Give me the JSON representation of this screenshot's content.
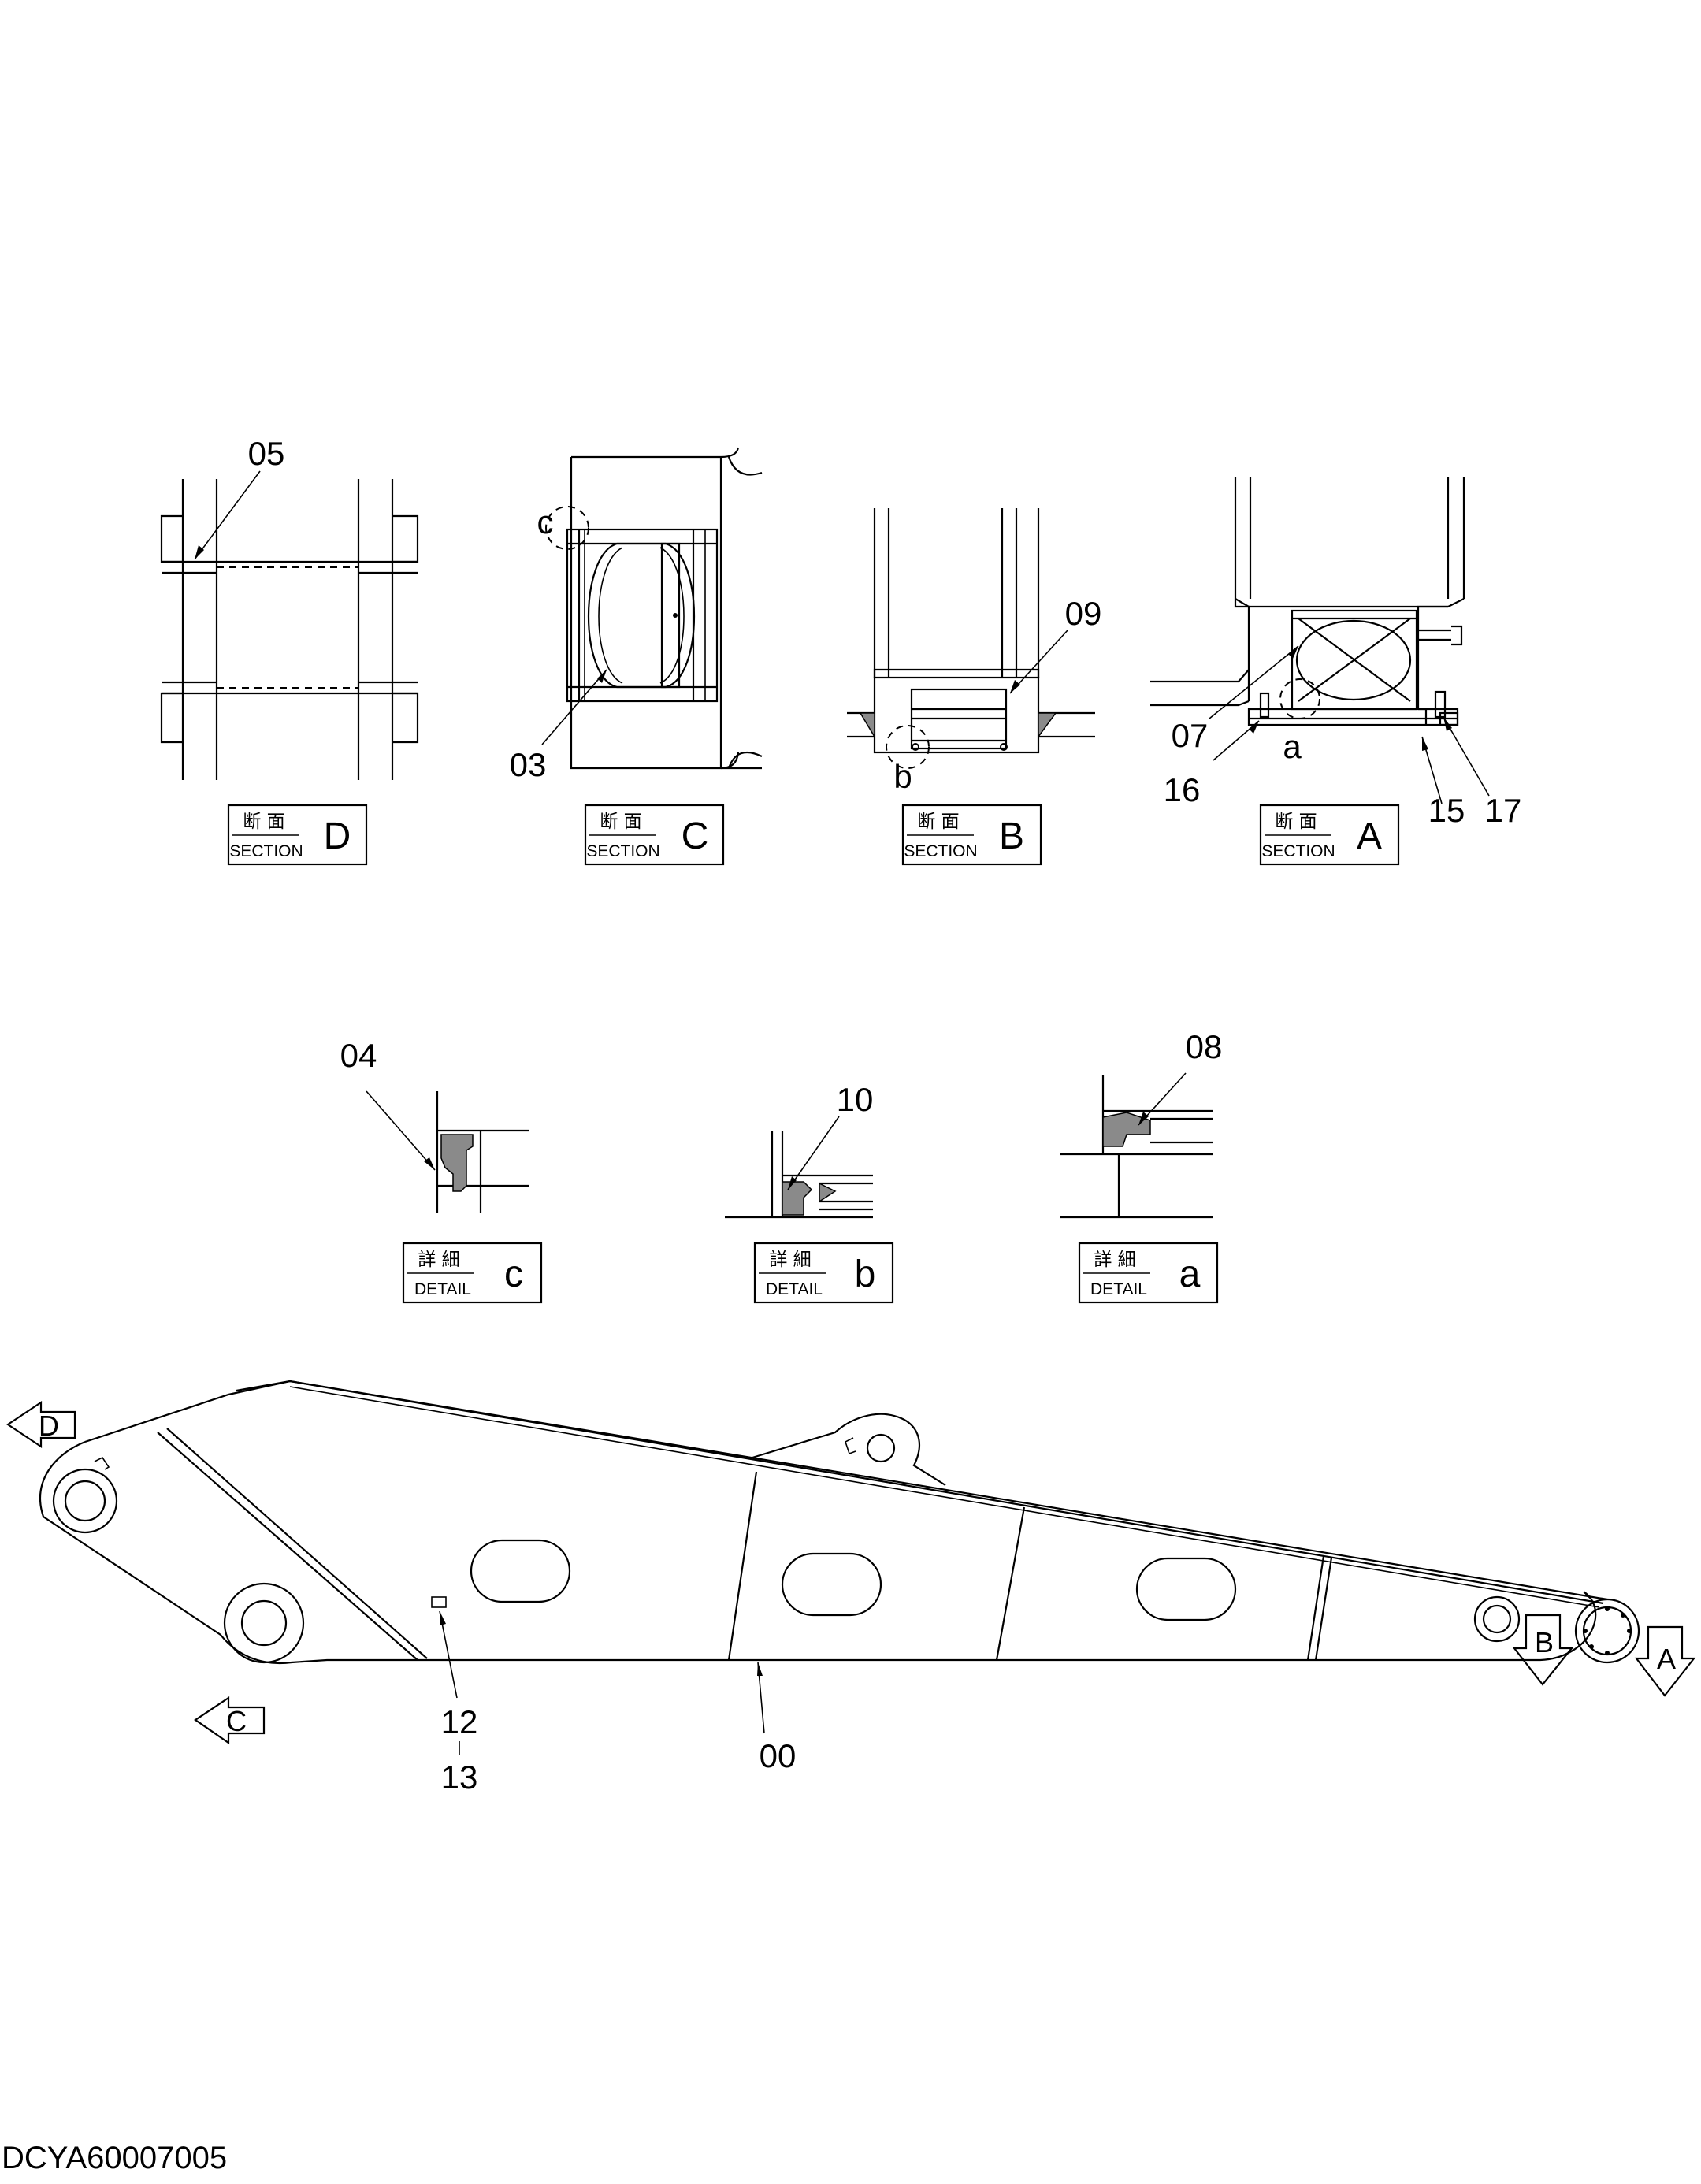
{
  "sections": [
    {
      "jp": "断 面",
      "en": "SECTION",
      "letter": "D"
    },
    {
      "jp": "断 面",
      "en": "SECTION",
      "letter": "C"
    },
    {
      "jp": "断 面",
      "en": "SECTION",
      "letter": "B"
    },
    {
      "jp": "断 面",
      "en": "SECTION",
      "letter": "A"
    }
  ],
  "details": [
    {
      "jp": "詳 細",
      "en": "DETAIL",
      "letter": "c"
    },
    {
      "jp": "詳 細",
      "en": "DETAIL",
      "letter": "b"
    },
    {
      "jp": "詳 細",
      "en": "DETAIL",
      "letter": "a"
    }
  ],
  "parts": {
    "p00": "00",
    "p03": "03",
    "p04": "04",
    "p05": "05",
    "p07": "07",
    "p08": "08",
    "p09": "09",
    "p10": "10",
    "p12": "12",
    "p13": "13",
    "p15": "15",
    "p16": "16",
    "p17": "17"
  },
  "detail_markers": {
    "a": "a",
    "b": "b",
    "c": "c"
  },
  "view_arrows": {
    "A": "A",
    "B": "B",
    "C": "C",
    "D": "D"
  },
  "drawing_code": "DCYA60007005"
}
